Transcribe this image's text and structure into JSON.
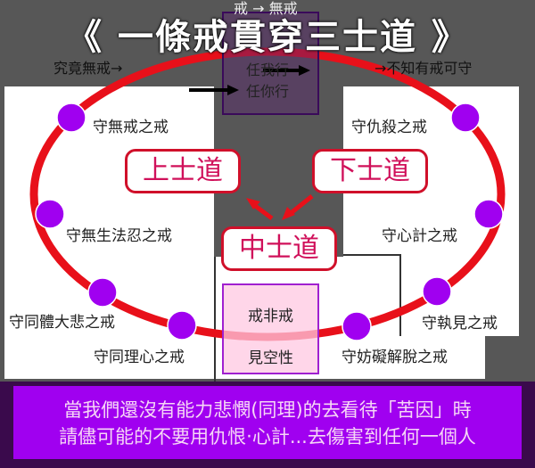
{
  "title": "《 一條戒貫穿三士道 》",
  "top_chain": {
    "hidden_text": "戒 → 無戒",
    "left": "究竟無戒→",
    "right": "→不知有戒可守",
    "center_line1": "任我行",
    "center_line2": "任你行"
  },
  "paths": {
    "upper": "上士道",
    "lower": "下士道",
    "middle": "中士道"
  },
  "center_box": {
    "line1": "戒非戒",
    "line2": "見空性"
  },
  "precepts_left": [
    "守無戒之戒",
    "守無生法忍之戒",
    "守同體大悲之戒",
    "守同理心之戒"
  ],
  "precepts_right": [
    "守仇殺之戒",
    "守心計之戒",
    "守執見之戒",
    "守妨礙解脫之戒"
  ],
  "banner": {
    "line1": "當我們還沒有能力悲憫(同理)的去看待「苦因」時",
    "line2": "請儘可能的不要用仇恨‧心計...去傷害到任何一個人"
  },
  "colors": {
    "ring": "#e8101a",
    "dot": "#a000f0",
    "path_text": "#d0105a",
    "banner": "#a000f0"
  }
}
